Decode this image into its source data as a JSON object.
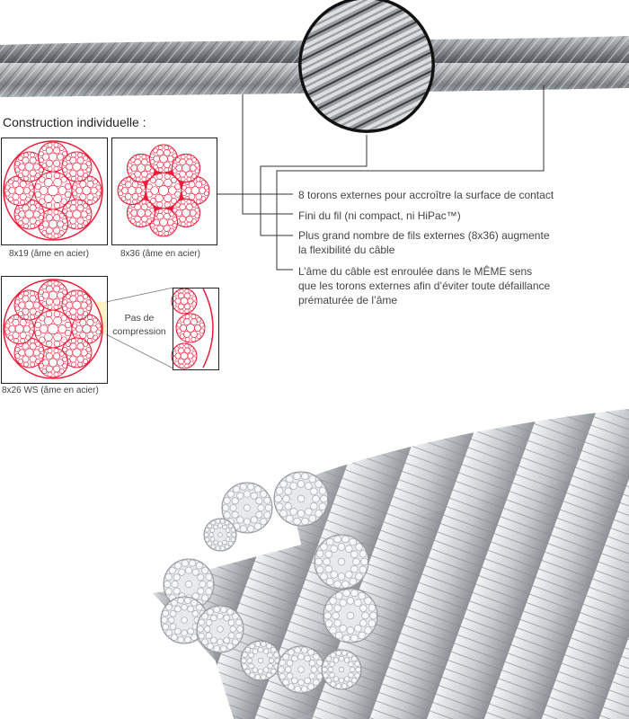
{
  "heading": "Construction individuelle :",
  "diagrams": [
    {
      "label": "8x19 (âme en acier)"
    },
    {
      "label": "8x36 (âme en acier)"
    },
    {
      "label": "8x26 WS (âme en acier)"
    }
  ],
  "compression_label": [
    "Pas de",
    "compression"
  ],
  "notes": [
    {
      "lines": [
        "8 torons externes pour accroître la surface de contact"
      ]
    },
    {
      "lines": [
        "Fini du fil (ni compact, ni HiPac™)"
      ]
    },
    {
      "lines": [
        "Plus grand nombre de fils externes (8x36) augmente",
        "la flexibilité du câble"
      ]
    },
    {
      "lines": [
        "L’âme du câble est enroulée dans le MÊME sens",
        "que les torons externes afin d’éviter toute défaillance",
        "prématurée de l’âme"
      ]
    }
  ],
  "colors": {
    "wire": "#ee1c3a",
    "highlight": "#fff2b3",
    "steel": "#8a8d91"
  }
}
